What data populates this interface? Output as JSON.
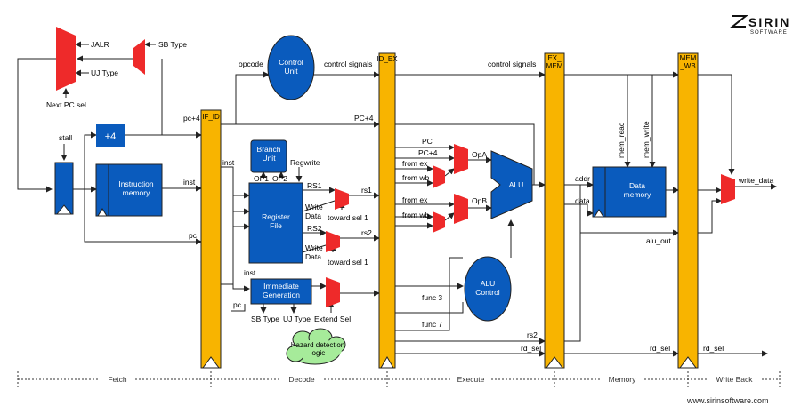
{
  "branding": {
    "logo_name": "SIRIN",
    "logo_sub": "SOFTWARE",
    "website": "www.sirinsoftware.com"
  },
  "colors": {
    "blue": "#0a5bbd",
    "pipeline": "#f8b400",
    "mux": "#ee2a2a",
    "hazard": "#a6eb9a"
  },
  "pipeline_registers": [
    "IF_ID",
    "ID_EX",
    "EX_\nMEM",
    "MEM\n_WB"
  ],
  "units": {
    "control": "Control\nUnit",
    "plus4": "+4",
    "imem": "Instruction\nmemory",
    "branch": "Branch\nUnit",
    "regfile": "Register\nFile",
    "immgen": "Immediate\nGeneration",
    "alu": "ALU",
    "alu_control": "ALU\nControl",
    "dmem": "Data\nmemory",
    "hazard": "Hazard detection\nlogic"
  },
  "signals": {
    "jalr": "JALR",
    "uj_type_top": "UJ Type",
    "sb_type_top": "SB Type",
    "next_pc_sel": "Next PC sel",
    "stall": "stall",
    "opcode": "opcode",
    "control_signals_1": "control signals",
    "control_signals_2": "control signals",
    "pc4_a": "pc+4",
    "pc4_b": "PC+4",
    "inst_a": "inst",
    "inst_b": "inst",
    "inst_c": "inst",
    "pc_a": "pc",
    "pc_b": "pc",
    "regwrite": "Regwrite",
    "op1": "OP1",
    "op2": "OP2",
    "rs1_in": "RS1",
    "rs2_in": "RS2",
    "write_data_1": "Write\nData",
    "write_data_2": "Write\nData",
    "toward_sel_1": "toward sel 1",
    "toward_sel_2": "toward sel 1",
    "rs1_out": "rs1",
    "rs2_out": "rs2",
    "sb_type_bot": "SB Type",
    "uj_type_bot": "UJ Type",
    "extend_sel": "Extend Sel",
    "pc_ex": "PC",
    "pc4_ex": "PC+4",
    "from_ex_1": "from ex",
    "from_wb_1": "from wb",
    "from_ex_2": "from ex",
    "from_wb_2": "from wb",
    "opa": "OpA",
    "opb": "OpB",
    "func3": "func 3",
    "func7": "func 7",
    "rs2_mem": "rs2",
    "rd_sel_1": "rd_sel",
    "rd_sel_2": "rd_sel",
    "rd_sel_3": "rd_sel",
    "addr": "addr",
    "data": "data",
    "mem_read": "mem_read",
    "mem_write": "mem_write",
    "alu_out": "alu_out",
    "write_data": "write_data"
  },
  "stages": [
    "Fetch",
    "Decode",
    "Execute",
    "Memory",
    "Write Back"
  ]
}
